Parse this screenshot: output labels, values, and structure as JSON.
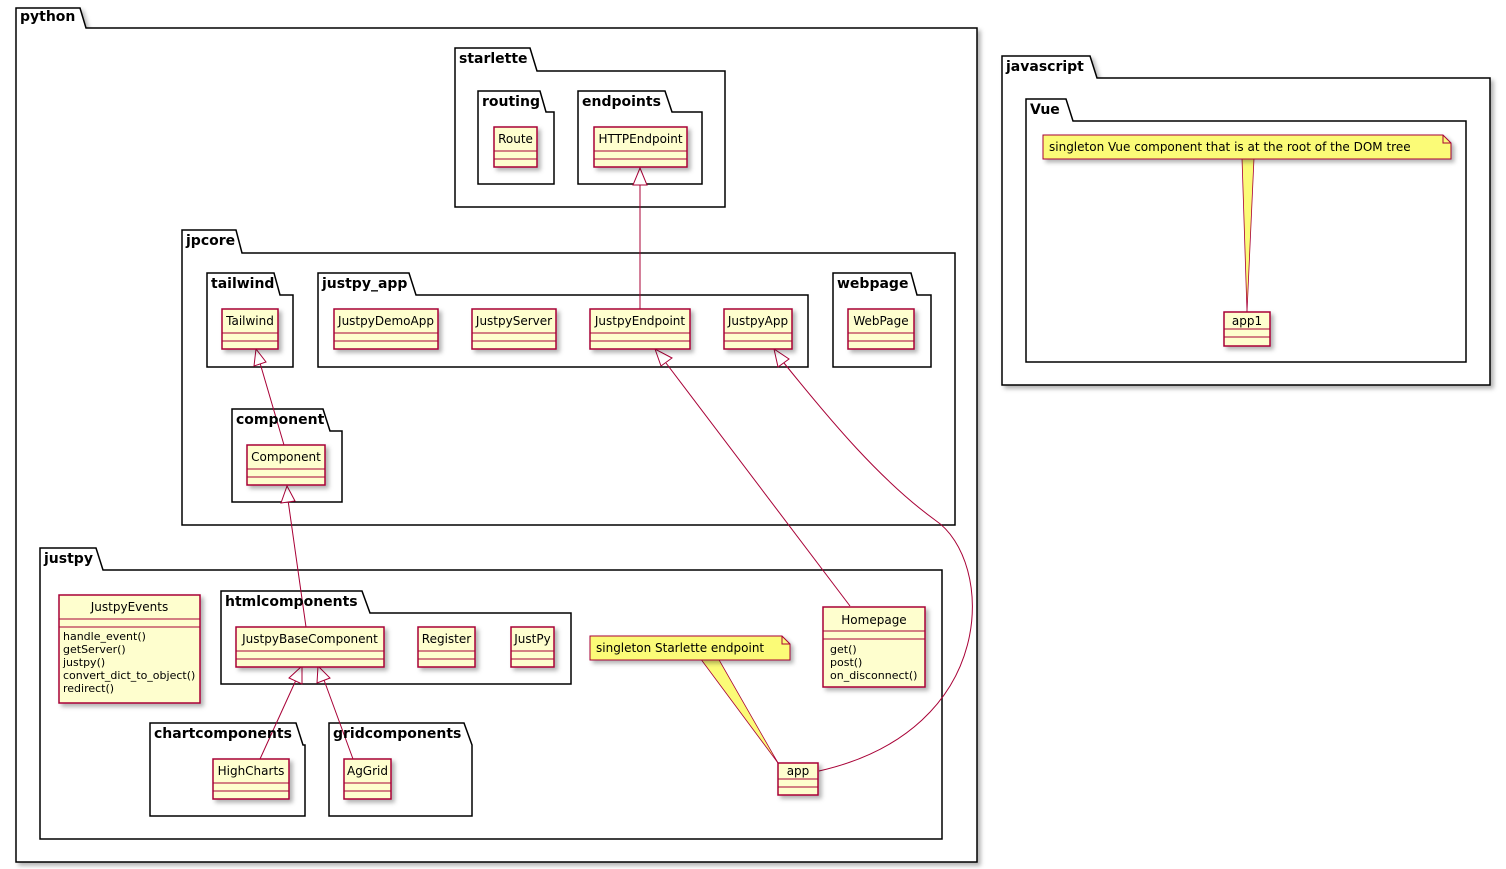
{
  "packages": {
    "python": "python",
    "starlette": "starlette",
    "routing": "routing",
    "endpoints": "endpoints",
    "jpcore": "jpcore",
    "tailwind": "tailwind",
    "justpy_app": "justpy_app",
    "webpage": "webpage",
    "component": "component",
    "justpy": "justpy",
    "htmlcomponents": "htmlcomponents",
    "chartcomponents": "chartcomponents",
    "gridcomponents": "gridcomponents",
    "javascript": "javascript",
    "vue": "Vue"
  },
  "classes": {
    "route": "Route",
    "httpendpoint": "HTTPEndpoint",
    "tailwind": "Tailwind",
    "justpydemoapp": "JustpyDemoApp",
    "justpyserver": "JustpyServer",
    "justpyendpoint": "JustpyEndpoint",
    "justpyapp": "JustpyApp",
    "webpage": "WebPage",
    "component": "Component",
    "justpyevents": "JustpyEvents",
    "justpybasecomponent": "JustpyBaseComponent",
    "register": "Register",
    "justpy": "JustPy",
    "homepage": "Homepage",
    "highcharts": "HighCharts",
    "aggrid": "AgGrid",
    "app": "app",
    "app1": "app1"
  },
  "methods": {
    "justpyevents": [
      "handle_event()",
      "getServer()",
      "justpy()",
      "convert_dict_to_object()",
      "redirect()"
    ],
    "homepage": [
      "get()",
      "post()",
      "on_disconnect()"
    ]
  },
  "notes": {
    "starlette_endpoint": "singleton Starlette endpoint",
    "vue_root": "singleton Vue component that is at the root of the DOM tree"
  },
  "colors": {
    "class_fill": "#FEFECE",
    "class_border": "#A80036",
    "note_fill": "#FBFB77",
    "package_border": "#000000"
  }
}
